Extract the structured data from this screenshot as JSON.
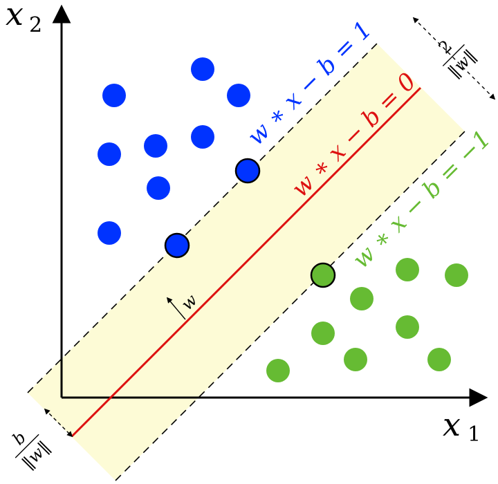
{
  "axes": {
    "x_label": "x",
    "x_subscript": "1",
    "y_label": "x",
    "y_subscript": "2"
  },
  "hyperplanes": {
    "upper_label": "w ∗ x − b = 1",
    "middle_label": "w ∗ x − b = 0",
    "lower_label": "w ∗ x − b = −1"
  },
  "annotations": {
    "normal_vector_label": "w",
    "margin_numerator": "2",
    "margin_denominator": "‖w‖",
    "offset_numerator": "b",
    "offset_denominator": "‖w‖"
  },
  "colors": {
    "class_positive": "#0033ff",
    "class_negative": "#66bb33",
    "decision_boundary": "#dd1111",
    "margin_band": "#fdfbd6",
    "support_vector_outline": "#000000"
  },
  "points": {
    "class_positive": 8,
    "class_negative": 8,
    "support_vectors_positive": 2,
    "support_vectors_negative": 1
  }
}
